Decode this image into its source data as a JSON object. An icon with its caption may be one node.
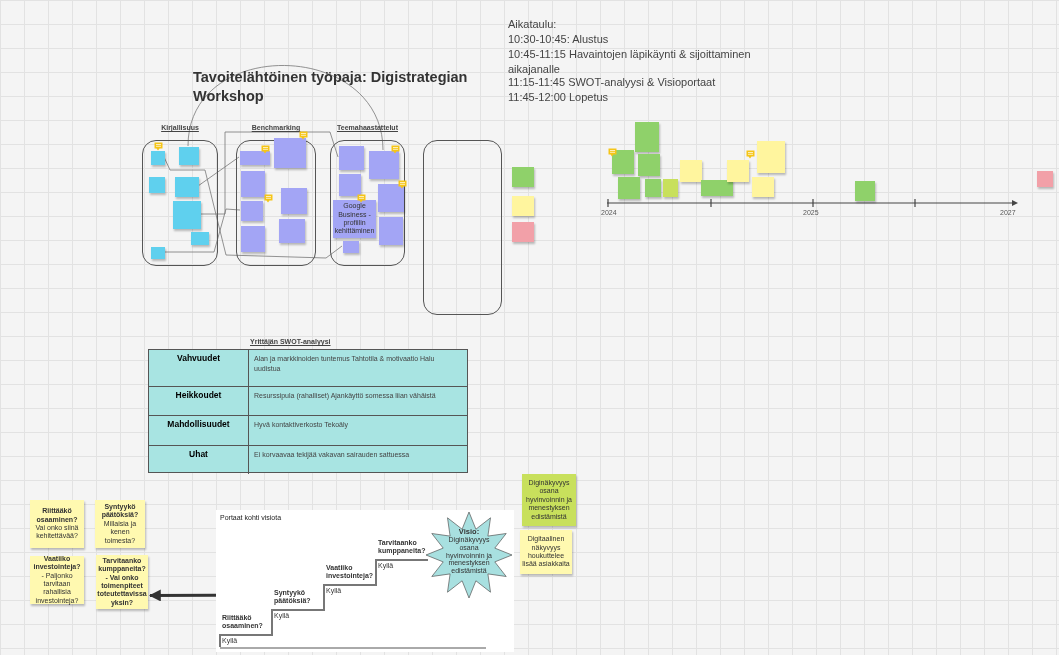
{
  "diagram": {
    "title": "Tavoitelähtöinen työpaja: Digistrategian Workshop",
    "nodes": [
      {
        "text": [
          "Kirjallisuus"
        ]
      },
      {
        "text": [
          "Benchmarking"
        ]
      },
      {
        "text": [
          "Teemahaastattelut"
        ]
      },
      {
        "text": [],
        "shape": "box"
      },
      {
        "text": [],
        "shape": "box",
        "in": 0
      },
      {
        "text": [],
        "shape": "box",
        "in": 0
      },
      {
        "text": [],
        "shape": "box",
        "in": 0
      },
      {
        "text": [],
        "shape": "box",
        "in": 0
      },
      {
        "text": [],
        "shape": "box",
        "in": 0
      },
      {
        "text": [],
        "shape": "box",
        "in": 0
      },
      {
        "text": [],
        "shape": "box",
        "in": 0
      },
      {
        "text": [],
        "shape": "box",
        "in": 1
      },
      {
        "text": [],
        "shape": "box",
        "in": 1
      },
      {
        "text": [],
        "shape": "box",
        "in": 1
      },
      {
        "text": [],
        "shape": "box",
        "in": 1
      },
      {
        "text": [],
        "shape": "box",
        "in": 1
      },
      {
        "text": [],
        "shape": "box",
        "in": 1
      },
      {
        "text": [],
        "shape": "box",
        "in": 1
      },
      {
        "text": [],
        "shape": "box",
        "in": 2
      },
      {
        "text": [],
        "shape": "box",
        "in": 2
      },
      {
        "text": [],
        "shape": "box",
        "in": 2
      },
      {
        "text": [],
        "shape": "box",
        "in": 2
      },
      {
        "text": [
          "Google Business -profiilin kehittäminen"
        ],
        "in": 2
      },
      {
        "text": [],
        "shape": "box",
        "in": 2
      },
      {
        "text": [],
        "shape": "box",
        "in": 2
      },
      {
        "text": [],
        "shape": "box"
      },
      {
        "text": [],
        "shape": "box"
      },
      {
        "text": [],
        "shape": "box"
      },
      {
        "text": [],
        "shape": "box"
      },
      {
        "text": [],
        "shape": "box"
      },
      {
        "text": [],
        "shape": "box"
      },
      {
        "text": [],
        "shape": "box"
      },
      {
        "text": [],
        "shape": "box"
      },
      {
        "text": [],
        "shape": "box"
      },
      {
        "text": [],
        "shape": "box"
      },
      {
        "text": [],
        "shape": "box"
      },
      {
        "text": [],
        "shape": "box"
      },
      {
        "text": [],
        "shape": "box"
      },
      {
        "text": [],
        "shape": "box"
      },
      {
        "text": [],
        "shape": "box"
      },
      {
        "text": [],
        "shape": "box"
      },
      {
        "text": [
          "**Riittääkö osaaminen?** Vai onko siinä kehitettävää?"
        ]
      },
      {
        "text": [
          "**Syntyykö päätöksiä?** Millaisia ja kenen toimesta?"
        ]
      },
      {
        "text": [
          "**Vaatiiko investointeja?** - Paljonko tarvitaan rahallisia investointeja?"
        ]
      },
      {
        "text": [
          "Tarvitaanko kumppaneita? - Vai onko toimenpiteet toteutettavissa yksin?"
        ]
      },
      {
        "text": [
          "Diginäkyvyys osana hyvinvoinnin ja menestyksen edistämistä"
        ]
      },
      {
        "text": [
          "Digitaalinen näkyvyys houkuttelee lisää asiakkaita"
        ]
      },
      {
        "text": [
          "Portaat kohti visiota"
        ]
      },
      {
        "text": [
          "Visio:",
          "Diginäkyvyys osana hyvinvoinnin ja menestyksen edistämistä"
        ],
        "in": 47
      }
    ],
    "edges": [
      {
        "from": 8,
        "to": 11,
        "arrow": "none"
      },
      {
        "from": 9,
        "to": 18,
        "arrow": "none"
      },
      {
        "from": 6,
        "to": 15,
        "arrow": "none"
      },
      {
        "from": 4,
        "to": 24,
        "arrow": "none"
      },
      {
        "from": 5,
        "to": 19,
        "arrow": "none"
      },
      {
        "from": 47,
        "to": 44,
        "arrow": "to",
        "style": "thick"
      }
    ],
    "labels": [
      "Aikataulu:",
      "10:30-10:45: Alustus",
      "10:45-11:15 Havaintojen läpikäynti & sijoittaminen aikajanalle",
      "11:15-11:45 SWOT-analyysi & Visioportaat",
      "11:45-12:00 Lopetus",
      "2024",
      "2025",
      "2027",
      "Yrittäjän SWOT-analyysi",
      "Vahvuudet",
      "Alan ja markkinoiden tuntemus Tahtotila & motivaatio Halu uudistua",
      "Heikkoudet",
      "Resurssipula (rahalliset) Ajankäyttö somessa liian vähäistä",
      "Mahdollisuudet",
      "Hyvä kontaktiverkosto Tekoäly",
      "Uhat",
      "Ei korvaavaa tekijää vakavan sairauden sattuessa",
      "Riittääkö osaaminen?",
      "Kyllä",
      "Syntyykö päätöksiä?",
      "Kyllä",
      "Vaatiiko investointeja?",
      "Kyllä",
      "Tarvitaanko kumppaneita?",
      "Kyllä"
    ]
  }
}
